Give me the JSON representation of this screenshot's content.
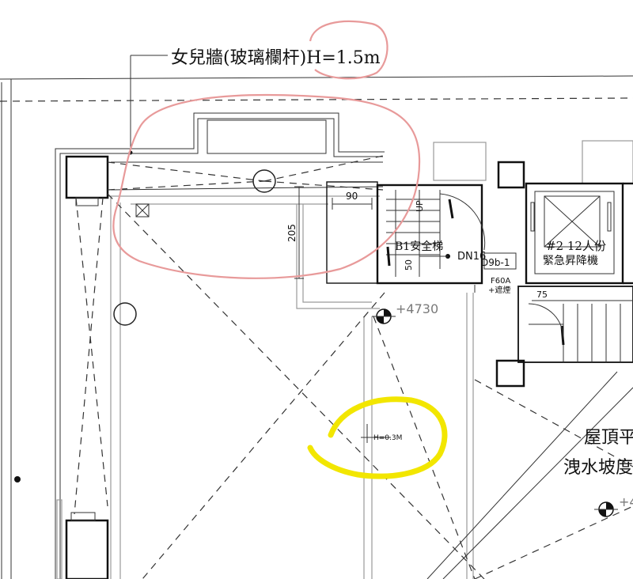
{
  "annotations": {
    "parapet_note": "女兒牆(玻璃欄杆)H=1.5m",
    "curb_height": "H=0.3M",
    "safety_stair": "B1安全梯",
    "stair_code": "UP",
    "drain": "DN16",
    "door_tag": "D9b-1",
    "fire_rating": "F60A",
    "smoke": "+遮煙",
    "elevation": "+4730",
    "elevator": "#2 12人份",
    "lift_note": "緊急昇降機",
    "roof_label": "屋頂平",
    "slope_label": "洩水坡度",
    "elevation_partial": "+4",
    "dim_90": "90",
    "dim_205": "205",
    "dim_75": "75",
    "dim_50": "50"
  },
  "markup_colors": {
    "red_cloud": "#e89a9a",
    "yellow_cloud": "#f2e600"
  }
}
